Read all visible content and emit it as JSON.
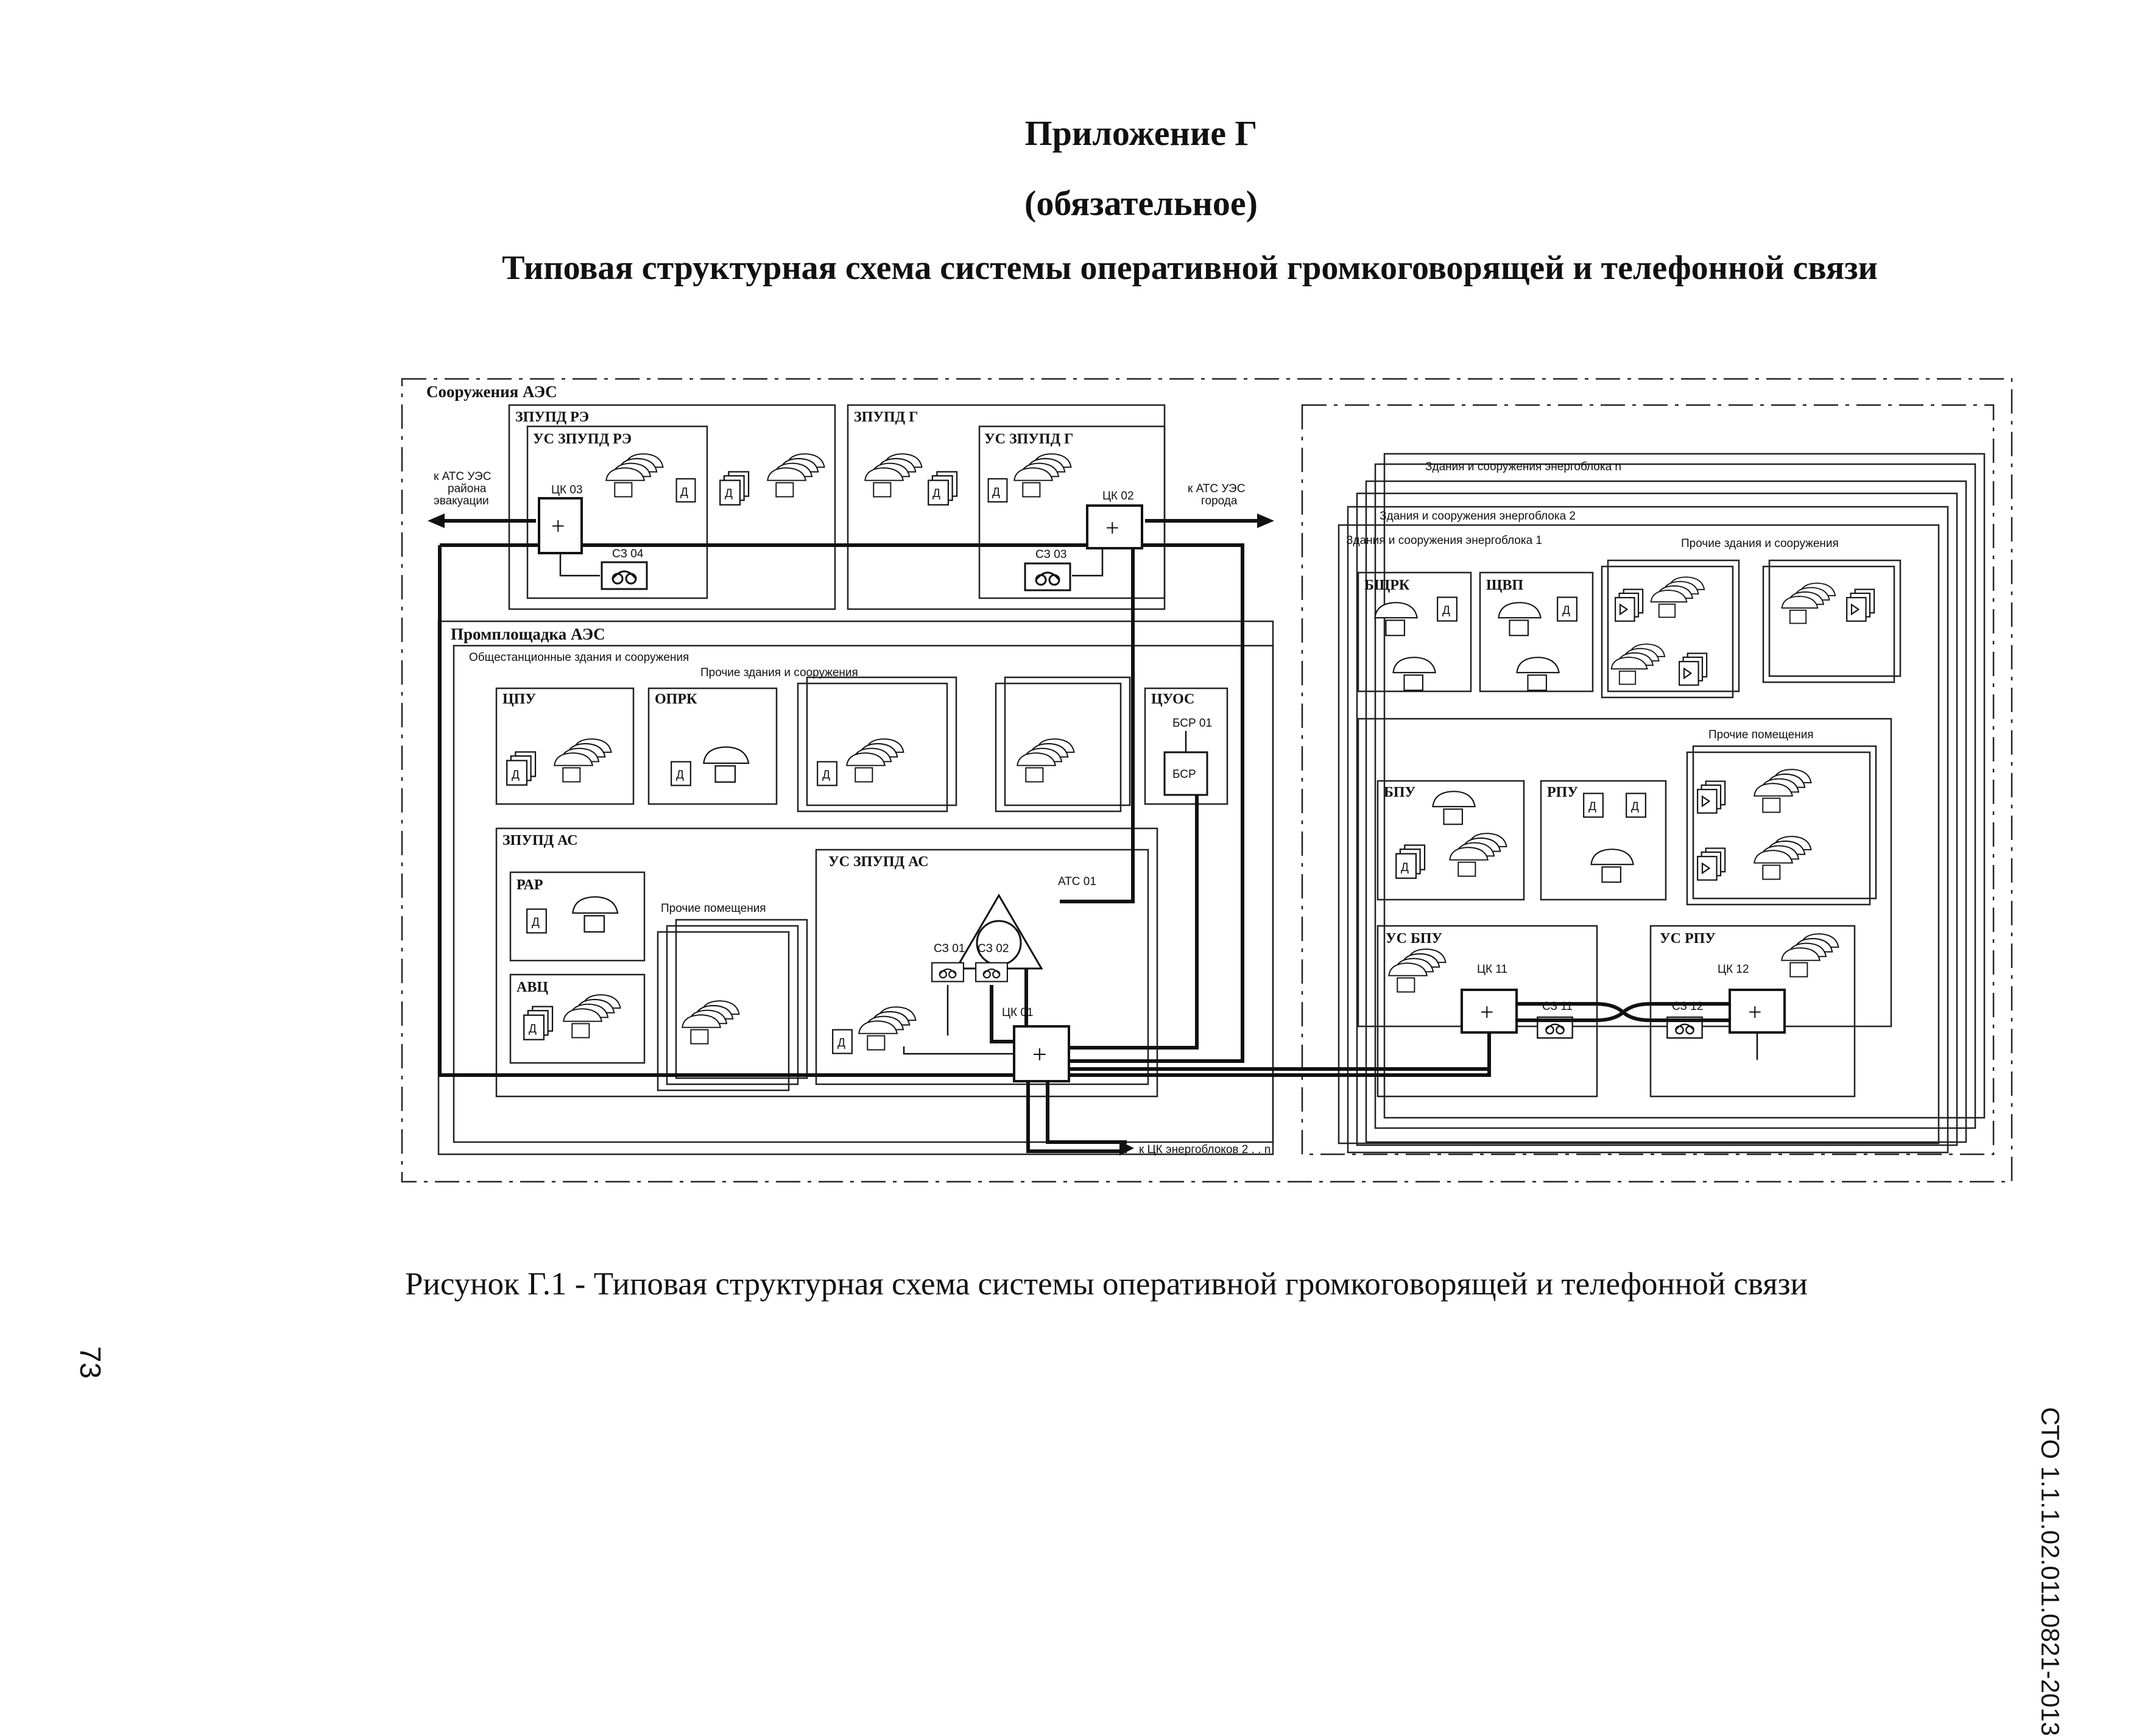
{
  "header": {
    "appendix": "Приложение Г",
    "status": "(обязательное)",
    "title": "Типовая структурная схема системы оперативной громкоговорящей и телефонной связи"
  },
  "caption": "Рисунок Г.1 - Типовая структурная схема системы оперативной громкоговорящей и телефонной связи",
  "doc_id": "СТО 1.1.1.02.011.0821-2013",
  "page_number": "73",
  "diagram": {
    "outer_label": "Сооружения АЭС",
    "zpupd_re": "ЗПУПД РЭ",
    "us_zpupd_re": "УС ЗПУПД РЭ",
    "zpupd_g": "ЗПУПД Г",
    "us_zpupd_g": "УС ЗПУПД Г",
    "to_ats_evac": [
      "к АТС УЭС",
      "района",
      "эвакуации"
    ],
    "to_ats_city": [
      "к АТС УЭС",
      "города"
    ],
    "ck03": "ЦК 03",
    "ck02": "ЦК 02",
    "ck01": "ЦК 01",
    "ck11": "ЦК 11",
    "ck12": "ЦК 12",
    "sz04": "СЗ 04",
    "sz03": "СЗ 03",
    "sz01": "СЗ 01",
    "sz02": "СЗ 02",
    "sz11": "СЗ 11",
    "sz12": "СЗ 12",
    "d": "Д",
    "promplosh": "Промплощадка АЭС",
    "obshestanc": "Общестанционные здания и сооружения",
    "other_buildings": "Прочие здания и сооружения",
    "cpu": "ЦПУ",
    "oprk": "ОПРК",
    "cuos": "ЦУОС",
    "bsr01": "БСР 01",
    "bsr": "БСР",
    "zpupd_as": "ЗПУПД АС",
    "us_zpupd_as": "УС ЗПУПД АС",
    "ats01": "АТС 01",
    "rar": "РАР",
    "avc": "АВЦ",
    "other_rooms": "Прочие помещения",
    "to_ck_blocks": "к ЦК энергоблоков 2 . . n",
    "unit_n": "Здания и сооружения энергоблока n",
    "unit_2": "Здания и сооружения энергоблока 2",
    "unit_1": "Здания и сооружения энергоблока 1",
    "bshrk": "БЩРК",
    "shvp": "ЩВП",
    "bpu": "БПУ",
    "rpu": "РПУ",
    "us_bpu": "УС БПУ",
    "us_rpu": "УС РПУ"
  }
}
